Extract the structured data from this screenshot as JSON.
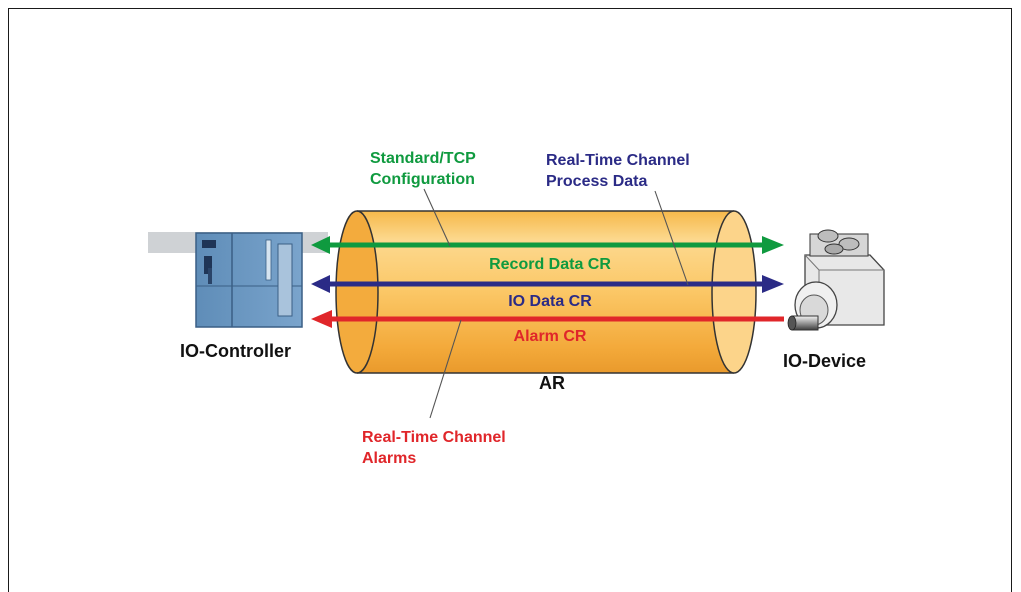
{
  "colors": {
    "green": "#0f9a3f",
    "navy": "#2b2b86",
    "red": "#e0262a",
    "tube": "#fbc766",
    "black": "#111111"
  },
  "labels": {
    "standard_tcp_line1": "Standard/TCP",
    "standard_tcp_line2": "Configuration",
    "rt_process_line1": "Real-Time Channel",
    "rt_process_line2": "Process Data",
    "rt_alarms_line1": "Real-Time Channel",
    "rt_alarms_line2": "Alarms",
    "record_data_cr": "Record Data CR",
    "io_data_cr": "IO Data CR",
    "alarm_cr": "Alarm CR",
    "ar": "AR",
    "io_controller": "IO-Controller",
    "io_device": "IO-Device"
  },
  "icons": {
    "controller": "plc-controller-icon",
    "device": "rotary-encoder-icon"
  }
}
